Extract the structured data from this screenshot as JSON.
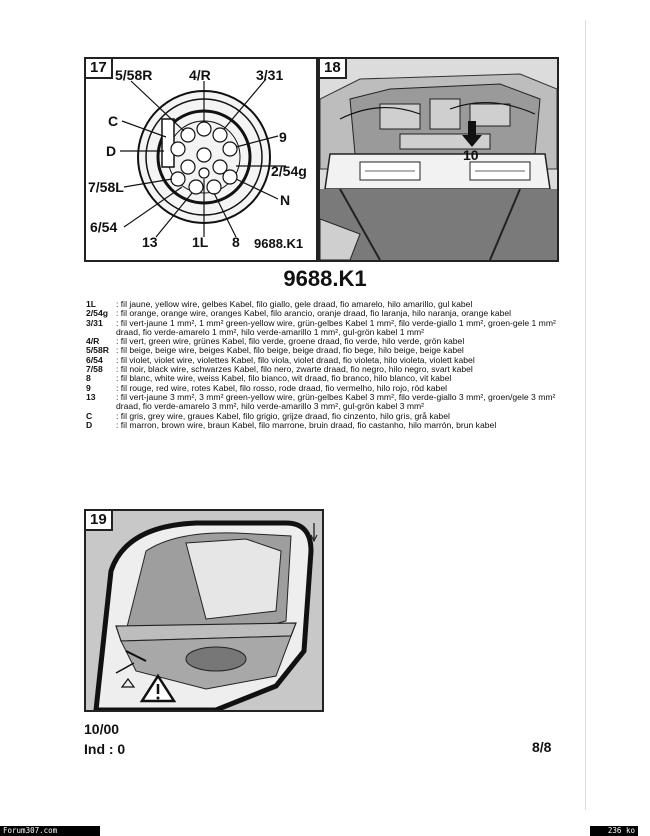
{
  "figure17": {
    "number": "17",
    "pins": {
      "p5_58R": "5/58R",
      "p4_R": "4/R",
      "p3_31": "3/31",
      "pC": "C",
      "pD": "D",
      "p9": "9",
      "p2_54g": "2/54g",
      "p7_58L": "7/58L",
      "pN": "N",
      "p6_54": "6/54",
      "p13": "13",
      "p1L": "1L",
      "p8": "8"
    },
    "ref": "9688.K1"
  },
  "figure18": {
    "number": "18",
    "callout": "10"
  },
  "figure19": {
    "number": "19"
  },
  "title": "9688.K1",
  "legend": [
    {
      "code": "1L",
      "desc": ": fil jaune, yellow wire, gelbes Kabel, filo giallo, gele draad, fio amarelo, hilo amarillo, gul kabel"
    },
    {
      "code": "2/54g",
      "desc": ": fil orange, orange wire, oranges Kabel, filo arancio, oranje draad, fio laranja, hilo naranja, orange kabel"
    },
    {
      "code": "3/31",
      "desc": ": fil vert-jaune 1 mm², 1 mm² green-yellow wire, grün-gelbes Kabel 1 mm², filo verde-giallo 1 mm², groen-gele 1 mm² draad, fio verde-amarelo 1 mm², hilo verde-amarillo 1 mm², gul-grön kabel 1 mm²"
    },
    {
      "code": "4/R",
      "desc": ": fil vert, green wire, grünes Kabel, filo verde, groene draad, fio verde, hilo verde, grön kabel"
    },
    {
      "code": "5/58R",
      "desc": ": fil beige, beige wire, beiges Kabel, filo beige, beige draad, fio bege, hilo beige, beige kabel"
    },
    {
      "code": "6/54",
      "desc": ": fil violet, violet wire, violettes Kabel, filo viola, violet draad, fio violeta, hilo violeta, violett kabel"
    },
    {
      "code": "7/58",
      "desc": ": fil noir, black wire, schwarzes Kabel, filo nero, zwarte draad, fio negro, hilo negro, svart kabel"
    },
    {
      "code": "8",
      "desc": ": fil blanc, white wire, weiss Kabel, filo bianco, wit draad, fio branco, hilo blanco, vit kabel"
    },
    {
      "code": "9",
      "desc": ": fil rouge, red wire, rotes Kabel, filo rosso, rode draad, fio vermelho, hilo rojo, röd kabel"
    },
    {
      "code": "13",
      "desc": ": fil vert-jaune 3 mm², 3 mm² green-yellow wire, grün-gelbes Kabel 3 mm², filo verde-giallo 3 mm², groen/gele 3 mm² draad, fio verde-amarelo 3 mm², hilo verde-amarillo 3 mm², gul-grön kabel 3 mm²"
    },
    {
      "code": "C",
      "desc": ": fil gris, grey wire, graues Kabel, filo grigio, grijze draad, fio cinzento, hilo gris, grå kabel"
    },
    {
      "code": "D",
      "desc": ": fil marron, brown wire, braun Kabel, filo marrone, bruin draad, fio castanho, hilo marrón, brun kabel"
    }
  ],
  "footer": {
    "date": "10/00",
    "ind": "Ind : 0",
    "page": "8/8"
  },
  "source_bar": {
    "left": "Forum307.com",
    "right": "236 ko"
  }
}
